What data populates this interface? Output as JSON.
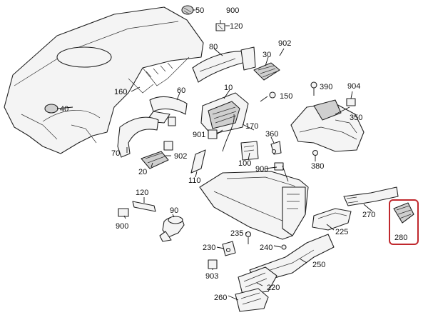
{
  "callouts": [
    {
      "id": "c10",
      "text": "10"
    },
    {
      "id": "c20",
      "text": "20"
    },
    {
      "id": "c30",
      "text": "30"
    },
    {
      "id": "c40",
      "text": "40"
    },
    {
      "id": "c50",
      "text": "50"
    },
    {
      "id": "c60",
      "text": "60"
    },
    {
      "id": "c70",
      "text": "70"
    },
    {
      "id": "c80",
      "text": "80"
    },
    {
      "id": "c90",
      "text": "90"
    },
    {
      "id": "c100",
      "text": "100"
    },
    {
      "id": "c110",
      "text": "110"
    },
    {
      "id": "c120a",
      "text": "120"
    },
    {
      "id": "c120b",
      "text": "120"
    },
    {
      "id": "c150",
      "text": "150"
    },
    {
      "id": "c160",
      "text": "160"
    },
    {
      "id": "c170",
      "text": "170"
    },
    {
      "id": "c220",
      "text": "220"
    },
    {
      "id": "c225",
      "text": "225"
    },
    {
      "id": "c230",
      "text": "230"
    },
    {
      "id": "c235",
      "text": "235"
    },
    {
      "id": "c240",
      "text": "240"
    },
    {
      "id": "c250",
      "text": "250"
    },
    {
      "id": "c260",
      "text": "260"
    },
    {
      "id": "c270",
      "text": "270"
    },
    {
      "id": "c280",
      "text": "280"
    },
    {
      "id": "c350",
      "text": "350"
    },
    {
      "id": "c360",
      "text": "360"
    },
    {
      "id": "c380",
      "text": "380"
    },
    {
      "id": "c390",
      "text": "390"
    },
    {
      "id": "c900a",
      "text": "900"
    },
    {
      "id": "c900b",
      "text": "900"
    },
    {
      "id": "c900c",
      "text": "900"
    },
    {
      "id": "c901",
      "text": "901"
    },
    {
      "id": "c902a",
      "text": "902"
    },
    {
      "id": "c902b",
      "text": "902"
    },
    {
      "id": "c903",
      "text": "903"
    },
    {
      "id": "c904",
      "text": "904"
    }
  ],
  "highlight": {
    "callout": "280",
    "color": "#c0282d"
  }
}
